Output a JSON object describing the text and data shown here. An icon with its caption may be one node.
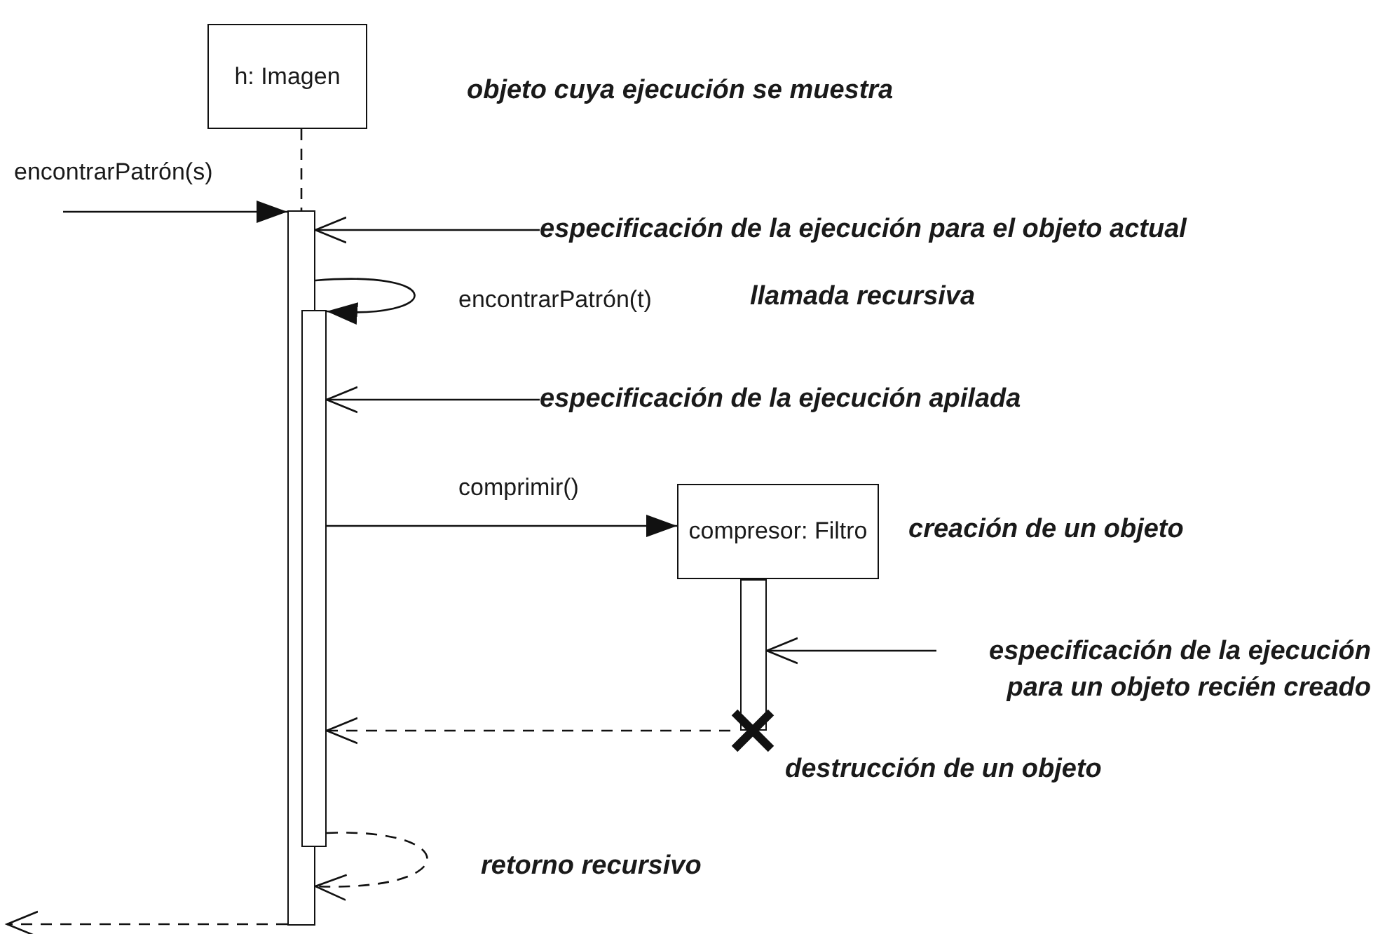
{
  "diagram": {
    "nodes": [
      {
        "text": [
          "h: Imagen"
        ]
      },
      {
        "text": [],
        "shape": "bar"
      },
      {
        "text": [
          "especificación de la ejecución para el objeto actual"
        ]
      },
      {
        "text": [],
        "shape": "bar"
      },
      {
        "text": [
          "especificación de la ejecución apilada"
        ]
      },
      {
        "text": [
          "compresor: Filtro"
        ]
      },
      {
        "text": [],
        "shape": "bar"
      },
      {
        "text": [
          "especificación de la ejecución para un objeto recién creado"
        ]
      },
      {
        "text": [],
        "shape": "cross",
        "beside": [
          "destrucción de un objeto"
        ]
      }
    ],
    "edges": [
      {
        "from": 0,
        "to": 1,
        "arrow": "none",
        "style": "dashed"
      },
      {
        "from": null,
        "to": 1,
        "arrow": "to",
        "label": "encontrarPatrón(s)"
      },
      {
        "from": 2,
        "to": 1,
        "arrow": "to"
      },
      {
        "from": 1,
        "to": 3,
        "arrow": "to",
        "label": "encontrarPatrón(t)"
      },
      {
        "from": 4,
        "to": 3,
        "arrow": "to"
      },
      {
        "from": 3,
        "to": 5,
        "arrow": "to",
        "label": "comprimir()"
      },
      {
        "from": 7,
        "to": 6,
        "arrow": "to"
      },
      {
        "from": 8,
        "to": 3,
        "arrow": "to",
        "style": "dashed"
      },
      {
        "from": 3,
        "to": 1,
        "arrow": "to",
        "style": "dashed"
      },
      {
        "from": 1,
        "to": null,
        "arrow": "to",
        "style": "dashed"
      }
    ],
    "labels": [
      "objeto cuya ejecución se muestra",
      "llamada recursiva",
      "creación de un objeto",
      "retorno recursivo"
    ]
  }
}
